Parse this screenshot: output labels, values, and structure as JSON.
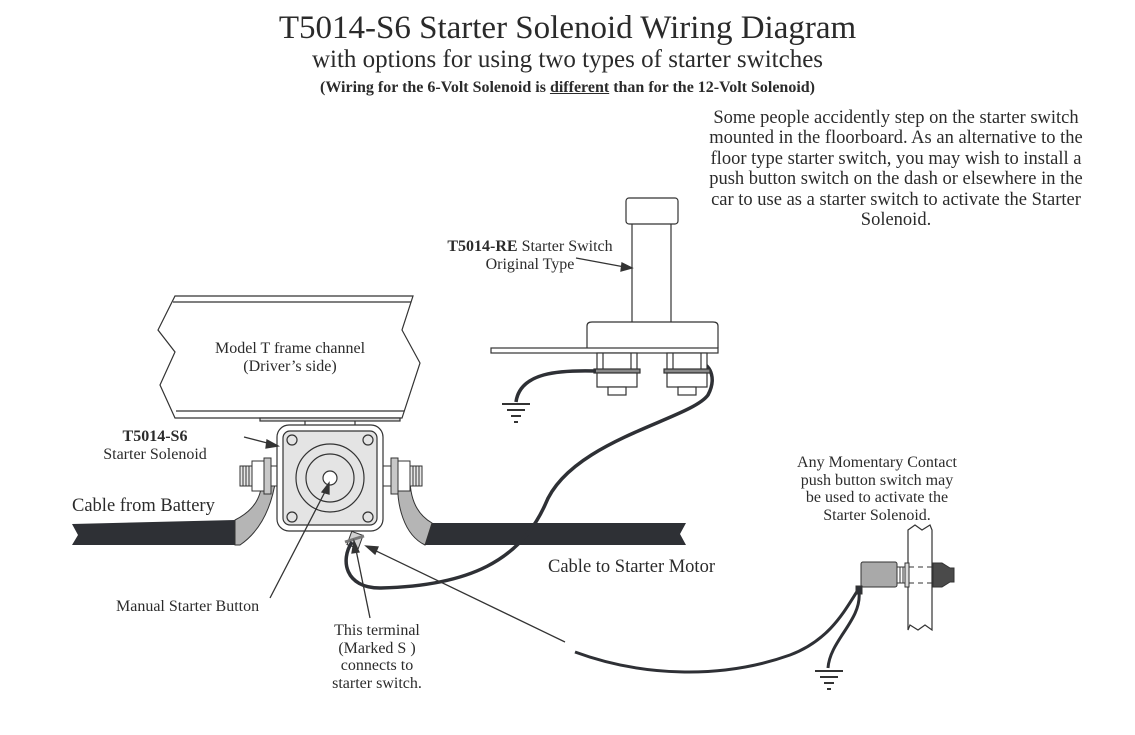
{
  "header": {
    "title": "T5014-S6 Starter Solenoid Wiring Diagram",
    "subtitle": "with options for using two types of starter switches",
    "note_prefix": "(Wiring for the 6-Volt Solenoid is ",
    "note_emphasis": "different",
    "note_suffix": " than for the 12-Volt Solenoid)"
  },
  "explanation": "Some people accidently step on the starter switch mounted in the floorboard.  As an alternative to the floor type starter switch, you may wish to install a push button switch on the dash or elsewhere in the car to use as a starter switch to activate the Starter Solenoid.",
  "labels": {
    "starter_switch_part": "T5014-RE",
    "starter_switch_name": " Starter Switch",
    "starter_switch_type": "Original Type",
    "frame_line1": "Model T frame channel",
    "frame_line2": "(Driver’s side)",
    "solenoid_part": "T5014-S6",
    "solenoid_name": "Starter Solenoid",
    "cable_battery": "Cable from Battery",
    "cable_motor": "Cable to Starter Motor",
    "manual_button": "Manual Starter Button",
    "terminal_line1": "This terminal",
    "terminal_line2": "(Marked  S )",
    "terminal_line3": "connects to",
    "terminal_line4": "starter switch.",
    "pushbutton_line1": "Any Momentary Contact",
    "pushbutton_line2": "push button switch may",
    "pushbutton_line3": "be used to activate the",
    "pushbutton_line4": "Starter Solenoid."
  },
  "colors": {
    "ink": "#2b2b2b",
    "cable": "#2e3035",
    "strap": "#b5b5b5",
    "solenoid_face": "#e4e4e4",
    "switch_body": "#a9a9a9",
    "button_cap": "#4a4a4a"
  }
}
